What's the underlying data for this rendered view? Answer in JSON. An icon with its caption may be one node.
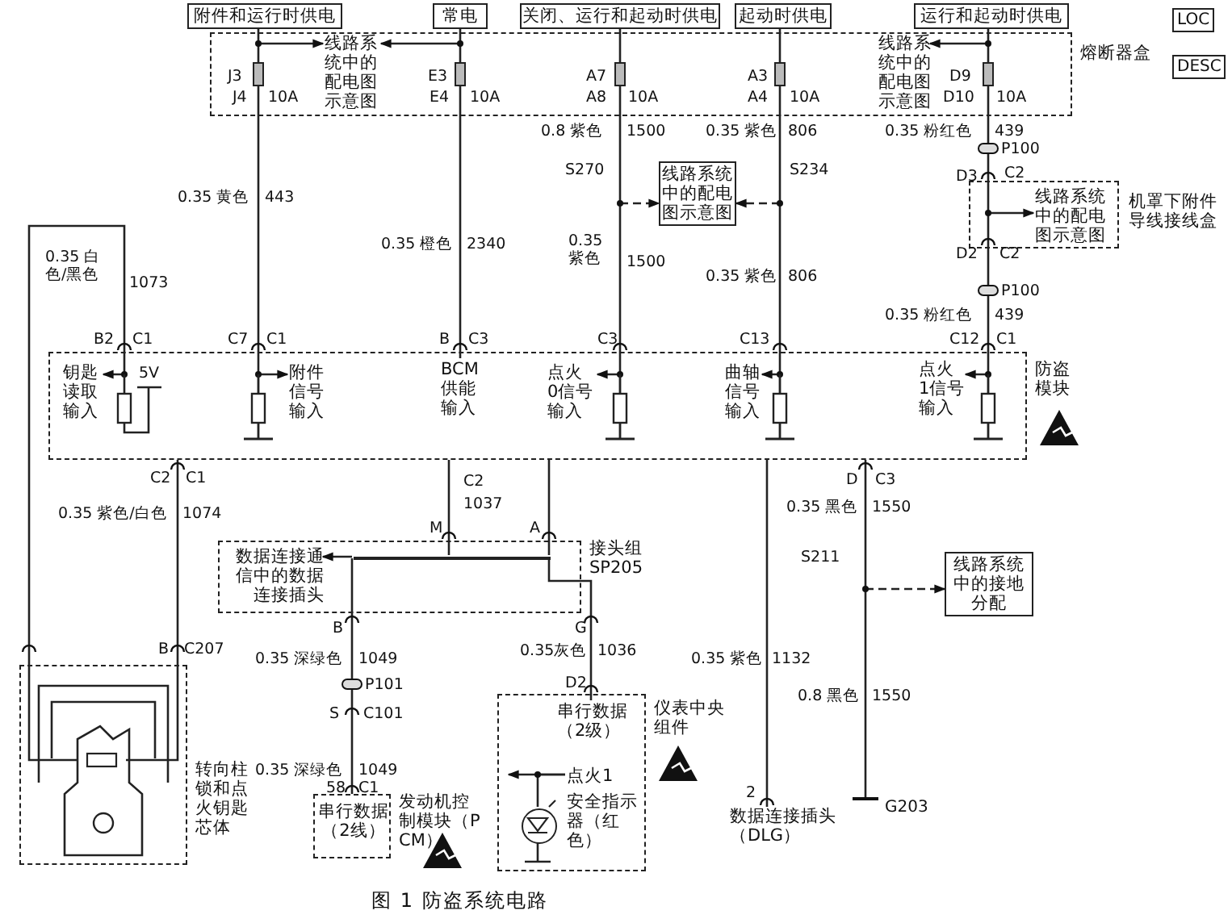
{
  "diagram": {
    "caption": "图 1 防盗系统电路",
    "nodes": [
      {
        "text": [
          "附件和运行时供电"
        ]
      },
      {
        "text": [
          "常电"
        ]
      },
      {
        "text": [
          "关闭、运行和起动时供电"
        ]
      },
      {
        "text": [
          "起动时供电"
        ]
      },
      {
        "text": [
          "运行和起动时供电"
        ]
      },
      {
        "text": [
          "熔断器盒"
        ]
      },
      {
        "text": [
          "线路系统中的配电图示意图"
        ],
        "in": 5
      },
      {
        "text": [
          "线路系统中的配电图示意图"
        ],
        "in": 5
      },
      {
        "text": [
          "线路系统中的配电图示意图"
        ]
      },
      {
        "text": [
          "机罩下附件导线接线盒"
        ]
      },
      {
        "text": [
          "线路系统中的配电图示意图"
        ],
        "in": 9
      },
      {
        "text": [
          "防盗模块"
        ]
      },
      {
        "text": [
          "钥匙读取输入"
        ],
        "in": 11
      },
      {
        "text": [
          "附件信号输入"
        ],
        "in": 11
      },
      {
        "text": [
          "BCM供能输入"
        ],
        "in": 11
      },
      {
        "text": [
          "点火 0信号输入"
        ],
        "in": 11
      },
      {
        "text": [
          "曲轴信号输入"
        ],
        "in": 11
      },
      {
        "text": [
          "点火 1信号输入"
        ],
        "in": 11
      },
      {
        "text": [
          "接头组 SP205"
        ]
      },
      {
        "text": [
          "数据连接通信中的数据连接插头"
        ],
        "in": 18
      },
      {
        "text": [
          "线路系统中的接地分配"
        ]
      },
      {
        "text": [
          "转向柱锁和点火钥匙芯体"
        ]
      },
      {
        "text": [
          "串行数据（2线）",
          "发动机控制模块（PCM）"
        ]
      },
      {
        "text": [
          "仪表中央组件"
        ]
      },
      {
        "text": [
          "串行数据（2级）"
        ],
        "in": 23
      },
      {
        "text": [
          "点火1"
        ],
        "in": 23
      },
      {
        "text": [
          "安全指示器（红色）"
        ],
        "in": 23
      },
      {
        "text": [
          "数据连接插头（DLG）"
        ]
      },
      {
        "text": [
          "G203"
        ]
      },
      {
        "text": [],
        "shape": "bar",
        "in": 18
      },
      {
        "text": [],
        "shape": "circle",
        "in": 23
      }
    ],
    "edges": [
      {
        "from": 0,
        "to": 13,
        "arrow": "to"
      },
      {
        "from": null,
        "to": 6,
        "arrow": "to"
      },
      {
        "from": null,
        "to": 6,
        "arrow": "to"
      },
      {
        "from": 1,
        "to": 14,
        "arrow": "none"
      },
      {
        "from": 2,
        "to": 15,
        "arrow": "to"
      },
      {
        "from": null,
        "to": 8,
        "arrow": "to",
        "style": "dashed"
      },
      {
        "from": null,
        "to": 8,
        "arrow": "to",
        "style": "dashed"
      },
      {
        "from": 3,
        "to": 16,
        "arrow": "to"
      },
      {
        "from": 4,
        "to": 17,
        "arrow": "to"
      },
      {
        "from": null,
        "to": 7,
        "arrow": "to"
      },
      {
        "from": null,
        "to": 10,
        "arrow": "to"
      },
      {
        "from": 21,
        "to": 12,
        "arrow": "to"
      },
      {
        "from": 11,
        "to": 21,
        "arrow": "none"
      },
      {
        "from": 11,
        "to": 29,
        "arrow": "none"
      },
      {
        "from": 11,
        "to": 29,
        "arrow": "none"
      },
      {
        "from": 29,
        "to": 19,
        "arrow": "to"
      },
      {
        "from": 29,
        "to": 22,
        "arrow": "none"
      },
      {
        "from": 29,
        "to": 24,
        "arrow": "none"
      },
      {
        "from": 11,
        "to": 27,
        "arrow": "none"
      },
      {
        "from": 11,
        "to": 28,
        "arrow": "none"
      },
      {
        "from": null,
        "to": 20,
        "arrow": "to",
        "style": "dashed"
      },
      {
        "from": 25,
        "to": null,
        "arrow": "to"
      },
      {
        "from": 25,
        "to": 30,
        "arrow": "none"
      }
    ],
    "labels": [
      "J3",
      "E3",
      "A7",
      "A3",
      "D9",
      "LOC",
      "J4",
      "10A",
      "E4",
      "10A",
      "A8",
      "10A",
      "A4",
      "10A",
      "D10",
      "10A",
      "DESC",
      "0.8 紫色",
      "1500",
      "0.35 紫色",
      "806",
      "0.35 粉红色",
      "439",
      "P100",
      "S270",
      "S234",
      "D3",
      "C2",
      "0.35 黄色",
      "443",
      "0.35 橙色",
      "2340",
      "D2",
      "C2",
      "0.35 白色/黑色",
      "1073",
      "0.35 紫色",
      "1500",
      "0.35 紫色",
      "806",
      "P100",
      "0.35 粉红色",
      "439",
      "B2",
      "C1",
      "C7",
      "C1",
      "B",
      "C3",
      "C3",
      "C13",
      "C12",
      "C1",
      "5V",
      "C2",
      "C1",
      "C2",
      "D",
      "C3",
      "0.35 紫色/白色",
      "1074",
      "1037",
      "0.35 黑色",
      "1550",
      "M",
      "A",
      "S211",
      "B",
      "G",
      "B",
      "C207",
      "0.35 深绿色",
      "1049",
      "0.35灰色",
      "1036",
      "0.35 紫色",
      "1132",
      "P101",
      "D2",
      "0.8 黑色",
      "1550",
      "S",
      "C101",
      "0.35 深绿色",
      "1049",
      "58",
      "C1",
      "2"
    ]
  }
}
